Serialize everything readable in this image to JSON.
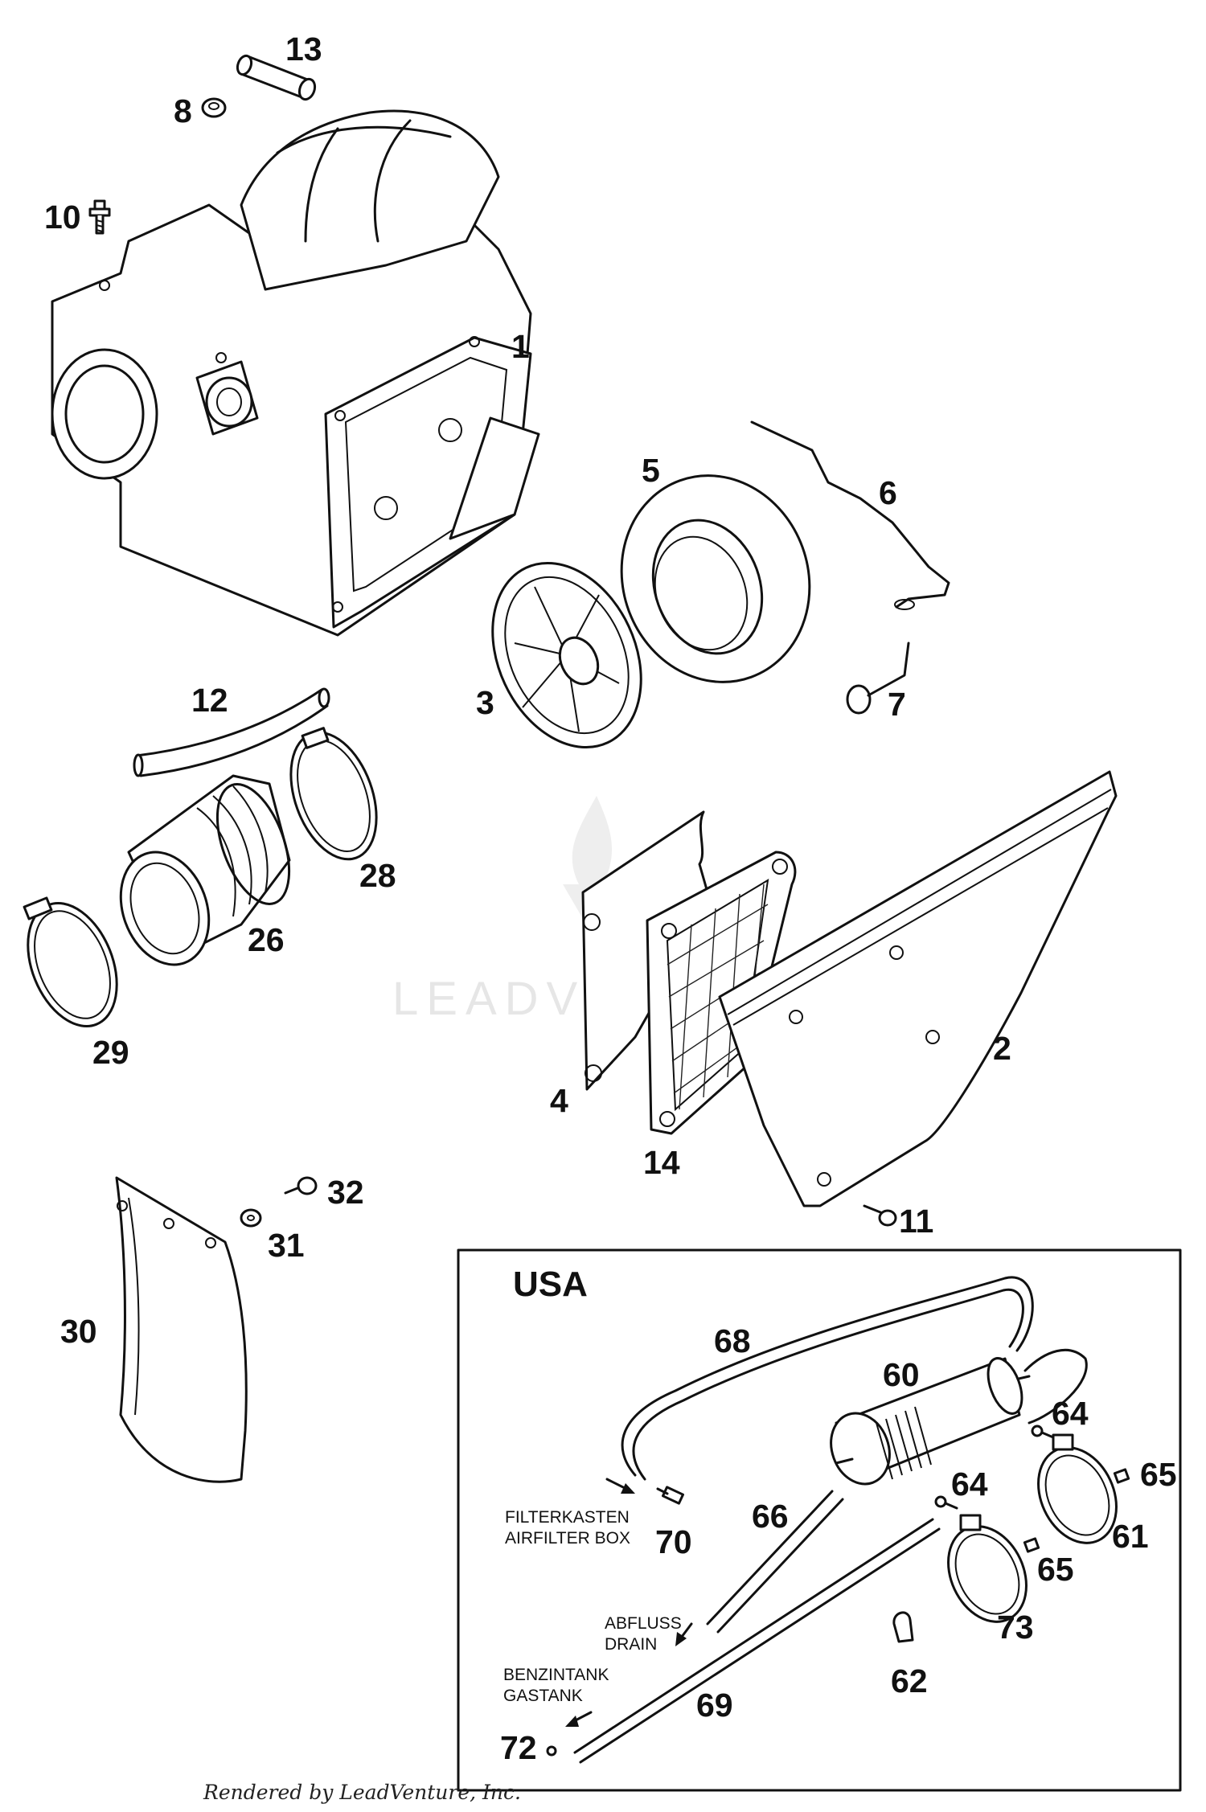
{
  "labels": {
    "p1": "1",
    "p2": "2",
    "p3": "3",
    "p4": "4",
    "p5": "5",
    "p6": "6",
    "p7": "7",
    "p8": "8",
    "p10": "10",
    "p11": "11",
    "p12": "12",
    "p13": "13",
    "p14": "14",
    "p26": "26",
    "p28": "28",
    "p29": "29",
    "p30": "30",
    "p31": "31",
    "p32": "32",
    "p60": "60",
    "p61": "61",
    "p62": "62",
    "p64a": "64",
    "p64b": "64",
    "p65a": "65",
    "p65b": "65",
    "p66": "66",
    "p68": "68",
    "p69": "69",
    "p70": "70",
    "p72": "72",
    "p73": "73"
  },
  "inset": {
    "title": "USA",
    "filterkasten": "FILTERKASTEN",
    "airfilter_box": "AIRFILTER BOX",
    "abfluss": "ABFLUSS",
    "drain": "DRAIN",
    "benzintank": "BENZINTANK",
    "gastank": "GASTANK"
  },
  "watermark": "LEADVENTURE",
  "footer": "Rendered by LeadVenture, Inc."
}
